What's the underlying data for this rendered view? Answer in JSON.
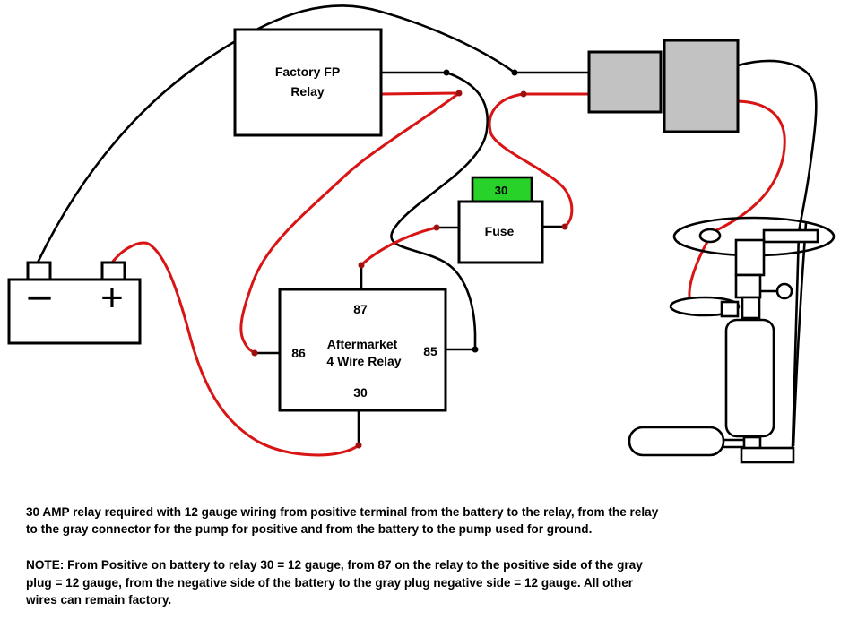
{
  "colors": {
    "wire_red": "#d81414",
    "fuse_green": "#28d228",
    "connector_gray": "#c2c2c2",
    "junction_red": "#9e0f0f"
  },
  "diagram": {
    "factory_relay": {
      "label_line1": "Factory FP",
      "label_line2": "Relay"
    },
    "battery": {
      "negative_symbol": "−",
      "positive_symbol": "+"
    },
    "fuse": {
      "label": "Fuse",
      "rating": "30"
    },
    "aftermarket_relay": {
      "label_line1": "Aftermarket",
      "label_line2": "4 Wire Relay",
      "terminal_top": "87",
      "terminal_left": "86",
      "terminal_right": "85",
      "terminal_bottom": "30"
    }
  },
  "notes": {
    "paragraph1": "30 AMP relay required with 12 gauge wiring from positive terminal from the battery to the relay, from the relay\nto the gray connector for the pump for positive and from the battery to the pump used for ground.",
    "paragraph2": "NOTE: From Positive on battery to relay 30 = 12 gauge, from 87 on the relay to the positive side of the gray\nplug = 12 gauge, from the negative side of the battery to the gray plug negative side = 12 gauge. All other\n wires can remain factory."
  }
}
